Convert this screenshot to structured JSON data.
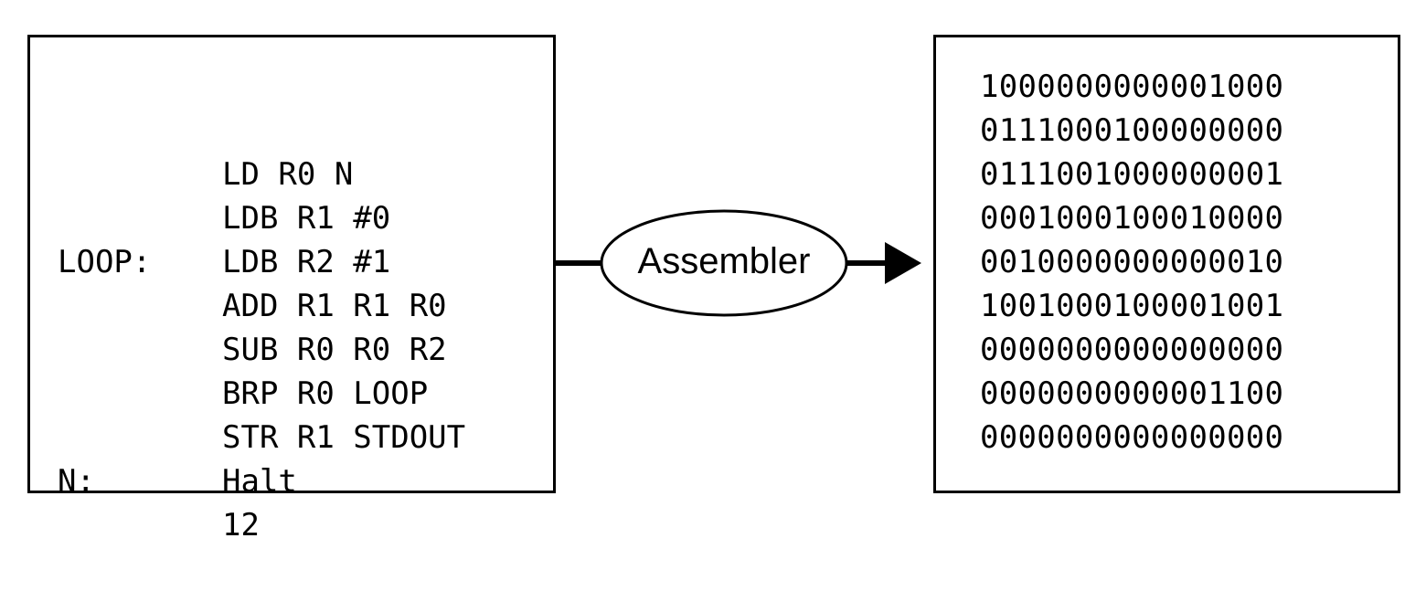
{
  "assembly": {
    "lines": [
      {
        "label": "",
        "instr": "LD R0 N"
      },
      {
        "label": "",
        "instr": "LDB R1 #0"
      },
      {
        "label": "",
        "instr": "LDB R2 #1"
      },
      {
        "label": "LOOP:",
        "instr": "ADD R1 R1 R0"
      },
      {
        "label": "",
        "instr": "SUB R0 R0 R2"
      },
      {
        "label": "",
        "instr": "BRP R0 LOOP"
      },
      {
        "label": "",
        "instr": "STR R1 STDOUT"
      },
      {
        "label": "",
        "instr": "Halt"
      },
      {
        "label": "N:",
        "instr": "12"
      }
    ]
  },
  "process": {
    "label": "Assembler"
  },
  "machine_code": {
    "lines": [
      "1000000000001000",
      "0111000100000000",
      "0111001000000001",
      "0001000100010000",
      "0010000000000010",
      "1001000100001001",
      "0000000000000000",
      "0000000000001100",
      "0000000000000000"
    ]
  },
  "colors": {
    "stroke": "#000000",
    "background": "#ffffff"
  }
}
